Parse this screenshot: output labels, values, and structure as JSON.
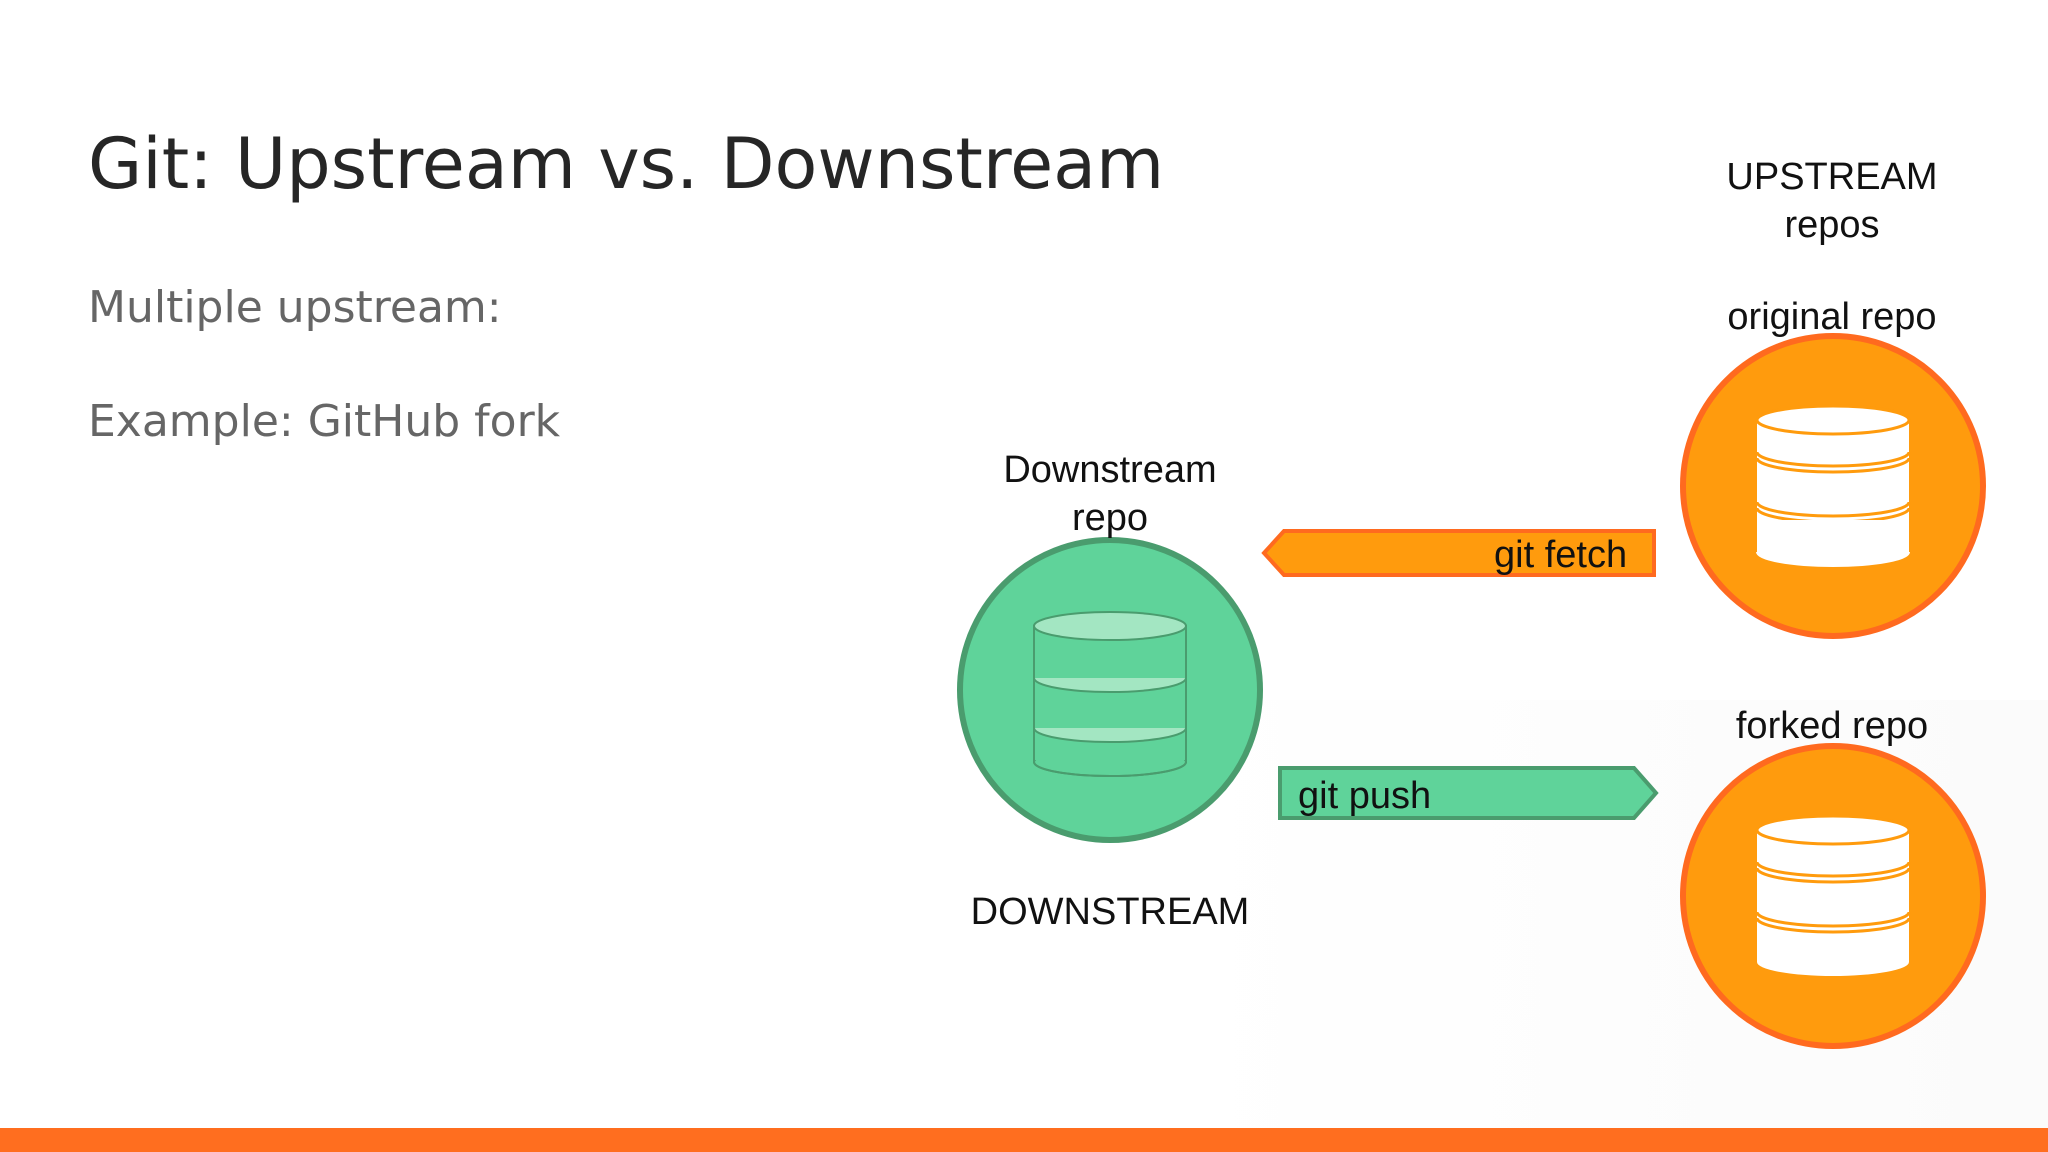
{
  "slide": {
    "title": "Git: Upstream vs. Downstream",
    "lines": [
      "Multiple upstream:",
      "Example: GitHub fork"
    ]
  },
  "diagram": {
    "upstream_heading": "UPSTREAM\nrepos",
    "original_repo_label": "original repo",
    "forked_repo_label": "forked repo",
    "downstream_repo_label": "Downstream\nrepo",
    "downstream_heading": "DOWNSTREAM",
    "fetch_label": "git fetch",
    "push_label": "git push",
    "colors": {
      "upstream_fill": "#ff9b0d",
      "upstream_stroke": "#ff6a1f",
      "downstream_fill": "#5fd39a",
      "downstream_stroke": "#4a9c6e",
      "bottom_bar": "#ff6e1f"
    },
    "icons": [
      "database-icon"
    ]
  }
}
